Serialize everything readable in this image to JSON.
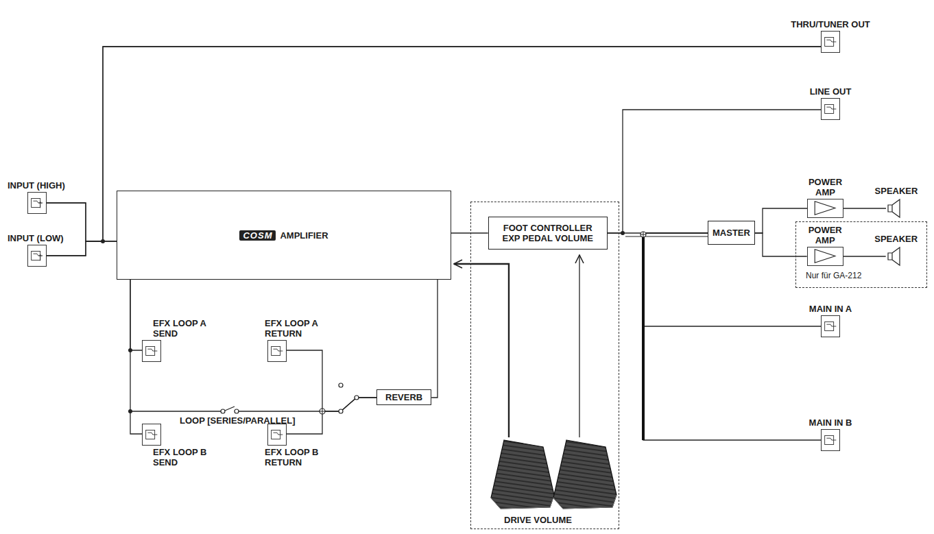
{
  "diagram": {
    "nodes": [
      {
        "text": [
          "THRU/TUNER OUT"
        ]
      },
      {
        "text": [
          "LINE OUT"
        ]
      },
      {
        "text": [
          "INPUT (HIGH)"
        ]
      },
      {
        "text": [
          "INPUT (LOW)"
        ]
      },
      {
        "text": [
          "COSM",
          "AMPLIFIER"
        ]
      },
      {
        "text": [
          "DRIVE VOLUME"
        ]
      },
      {
        "text": [
          "FOOT CONTROLLER EXP PEDAL VOLUME"
        ],
        "in": 5
      },
      {
        "text": [
          "MASTER"
        ]
      },
      {
        "text": [
          "POWER AMP"
        ]
      },
      {
        "text": [
          "SPEAKER"
        ]
      },
      {
        "text": [
          "Nur für GA-212"
        ]
      },
      {
        "text": [
          "POWER AMP"
        ],
        "in": 10
      },
      {
        "text": [
          "SPEAKER"
        ],
        "in": 10
      },
      {
        "text": [
          "MAIN IN A"
        ]
      },
      {
        "text": [
          "MAIN IN B"
        ]
      },
      {
        "text": [
          "EFX LOOP A SEND"
        ]
      },
      {
        "text": [
          "EFX LOOP A RETURN"
        ]
      },
      {
        "text": [
          "EFX LOOP B SEND"
        ]
      },
      {
        "text": [
          "EFX LOOP B RETURN"
        ]
      },
      {
        "text": [
          "REVERB"
        ]
      }
    ],
    "edges": [
      {
        "from": 2,
        "to": 4,
        "arrow": "none"
      },
      {
        "from": 3,
        "to": 4,
        "arrow": "none"
      },
      {
        "from": 2,
        "to": 0,
        "arrow": "none"
      },
      {
        "from": 3,
        "to": 0,
        "arrow": "none"
      },
      {
        "from": 4,
        "to": 15,
        "arrow": "none"
      },
      {
        "from": 4,
        "to": 17,
        "arrow": "none"
      },
      {
        "from": 16,
        "to": 19,
        "arrow": "none"
      },
      {
        "from": 18,
        "to": 19,
        "arrow": "none"
      },
      {
        "from": 19,
        "to": 4,
        "arrow": "none"
      },
      {
        "from": 4,
        "to": 6,
        "arrow": "none"
      },
      {
        "from": 6,
        "to": 1,
        "arrow": "none"
      },
      {
        "from": 6,
        "to": 7,
        "arrow": "none"
      },
      {
        "from": 13,
        "to": 7,
        "arrow": "none"
      },
      {
        "from": 14,
        "to": 7,
        "arrow": "none"
      },
      {
        "from": 7,
        "to": 8,
        "arrow": "none"
      },
      {
        "from": 7,
        "to": 11,
        "arrow": "none"
      },
      {
        "from": 8,
        "to": 9,
        "arrow": "none"
      },
      {
        "from": 11,
        "to": 12,
        "arrow": "none"
      }
    ],
    "labels": [
      "LOOP [SERIES/PARALLEL]"
    ]
  }
}
